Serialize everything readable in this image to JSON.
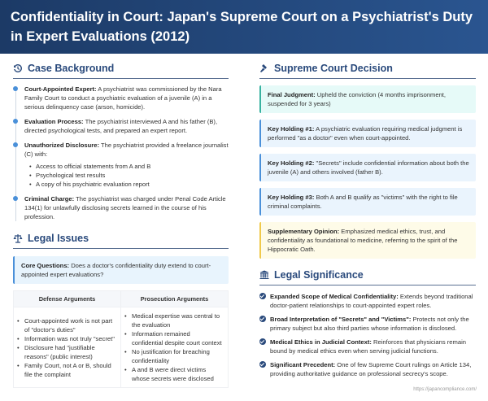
{
  "title": "Confidentiality in Court: Japan's Supreme Court on a Psychiatrist's Duty in Expert Evaluations (2012)",
  "background": {
    "heading": "Case Background",
    "items": [
      {
        "label": "Court-Appointed Expert:",
        "text": " A psychiatrist was commissioned by the Nara Family Court to conduct a psychiatric evaluation of a juvenile (A) in a serious delinquency case (arson, homicide)."
      },
      {
        "label": "Evaluation Process:",
        "text": " The psychiatrist interviewed A and his father (B), directed psychological tests, and prepared an expert report."
      },
      {
        "label": "Unauthorized Disclosure:",
        "text": " The psychiatrist provided a freelance journalist (C) with:",
        "sub": [
          "Access to official statements from A and B",
          "Psychological test results",
          "A copy of his psychiatric evaluation report"
        ]
      },
      {
        "label": "Criminal Charge:",
        "text": " The psychiatrist was charged under Penal Code Article 134(1) for unlawfully disclosing secrets learned in the course of his profession."
      }
    ]
  },
  "issues": {
    "heading": "Legal Issues",
    "core_label": "Core Questions:",
    "core_text": " Does a doctor's confidentiality duty extend to court-appointed expert evaluations?",
    "defense_header": "Defense Arguments",
    "prosecution_header": "Prosecution Arguments",
    "defense": [
      "Court-appointed work is not part of \"doctor's duties\"",
      "Information was not truly \"secret\"",
      "Disclosure had \"justifiable reasons\" (public interest)",
      "Family Court, not A or B, should file the complaint"
    ],
    "prosecution": [
      "Medical expertise was central to the evaluation",
      "Information remained confidential despite court context",
      "No justification for breaching confidentiality",
      "A and B were direct victims whose secrets were disclosed"
    ]
  },
  "decision": {
    "heading": "Supreme Court Decision",
    "boxes": [
      {
        "label": "Final Judgment:",
        "text": " Upheld the conviction (4 months imprisonment, suspended for 3 years)"
      },
      {
        "label": "Key Holding #1:",
        "text": " A psychiatric evaluation requiring medical judgment is performed \"as a doctor\" even when court-appointed."
      },
      {
        "label": "Key Holding #2:",
        "text": " \"Secrets\" include confidential information about both the juvenile (A) and others involved (father B)."
      },
      {
        "label": "Key Holding #3:",
        "text": " Both A and B qualify as \"victims\" with the right to file criminal complaints."
      },
      {
        "label": "Supplementary Opinion:",
        "text": " Emphasized medical ethics, trust, and confidentiality as foundational to medicine, referring to the spirit of the Hippocratic Oath."
      }
    ]
  },
  "significance": {
    "heading": "Legal Significance",
    "items": [
      {
        "label": "Expanded Scope of Medical Confidentiality:",
        "text": " Extends beyond traditional doctor-patient relationships to court-appointed expert roles."
      },
      {
        "label": "Broad Interpretation of \"Secrets\" and \"Victims\":",
        "text": " Protects not only the primary subject but also third parties whose information is disclosed."
      },
      {
        "label": "Medical Ethics in Judicial Context:",
        "text": " Reinforces that physicians remain bound by medical ethics even when serving judicial functions."
      },
      {
        "label": "Significant Precedent:",
        "text": " One of few Supreme Court rulings on Article 134, providing authoritative guidance on professional secrecy's scope."
      }
    ]
  },
  "footer": "https://japancompliance.com/"
}
